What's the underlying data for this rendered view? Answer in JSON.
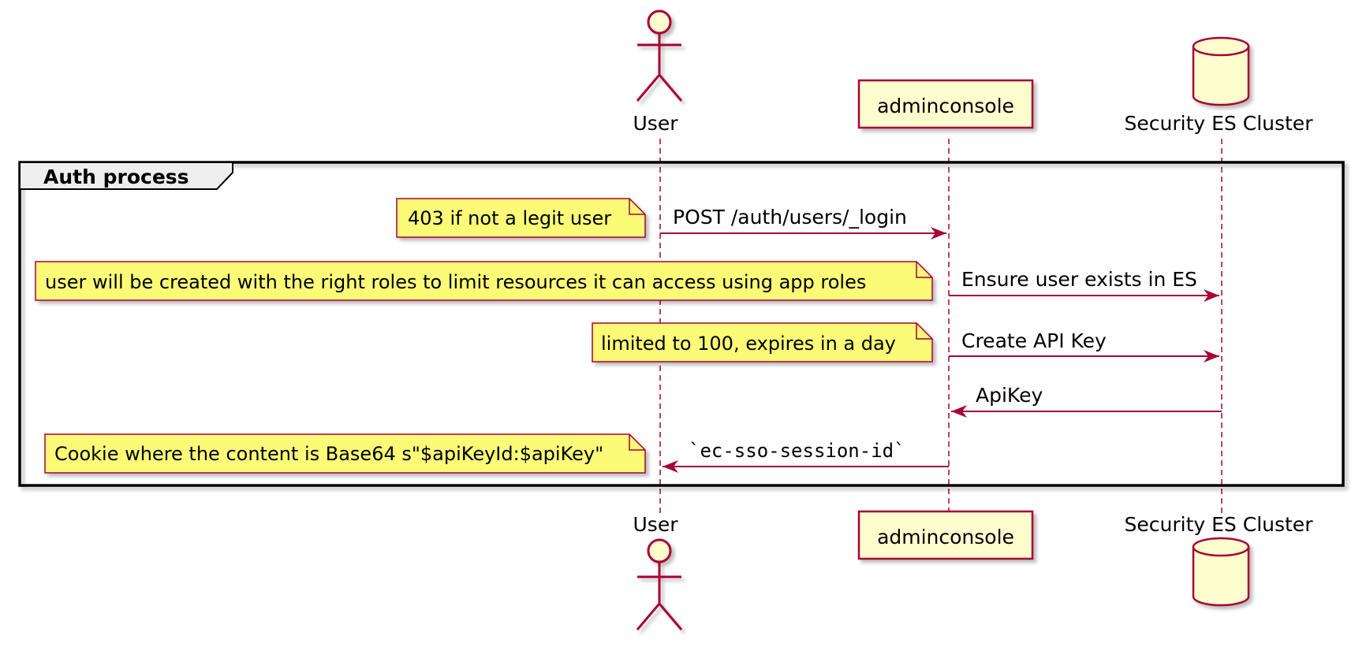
{
  "participants": {
    "user": {
      "label": "User",
      "kind": "actor"
    },
    "adminconsole": {
      "label": "adminconsole",
      "kind": "participant"
    },
    "security": {
      "label": "Security ES Cluster",
      "kind": "database"
    }
  },
  "group": {
    "title": "Auth process"
  },
  "messages": [
    {
      "label": "POST /auth/users/_login",
      "from": "User",
      "to": "adminconsole"
    },
    {
      "label": "Ensure user exists in ES",
      "from": "adminconsole",
      "to": "Security ES Cluster"
    },
    {
      "label": "Create API Key",
      "from": "adminconsole",
      "to": "Security ES Cluster"
    },
    {
      "label": "ApiKey",
      "from": "Security ES Cluster",
      "to": "adminconsole"
    },
    {
      "label": "`ec-sso-session-id`",
      "from": "adminconsole",
      "to": "User"
    }
  ],
  "notes": [
    "403 if not a legit user",
    "user will be created with the right roles to limit resources it can access using app roles",
    "limited to 100, expires in a day",
    "Cookie where the content is Base64 s\"$apiKeyId:$apiKey\""
  ],
  "colors": {
    "line": "#A80036",
    "fill": "#FEFECE",
    "note_fill": "#FBFB77",
    "frame": "#000000"
  }
}
